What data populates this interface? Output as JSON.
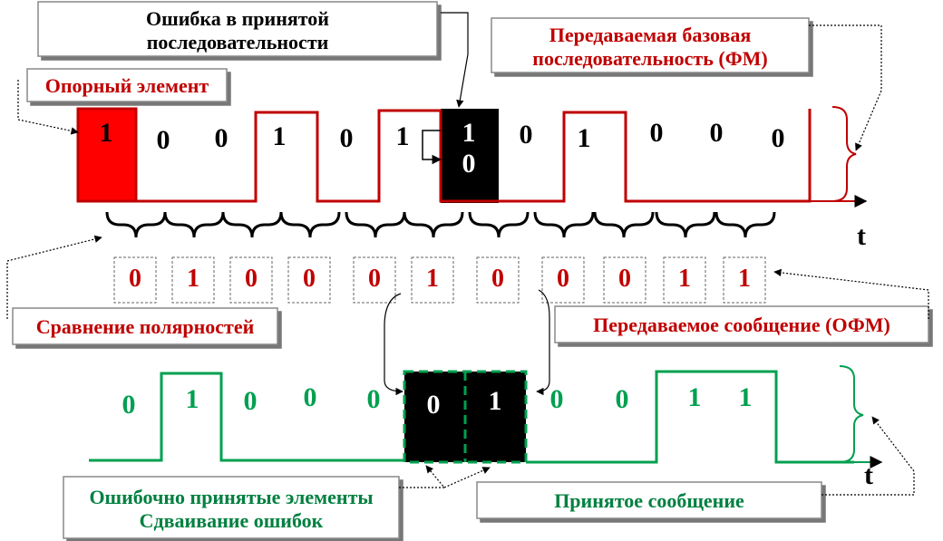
{
  "labels": {
    "error_title_line1": "Ошибка в принятой",
    "error_title_line2": "последовательности",
    "base_seq_line1": "Передаваемая базовая",
    "base_seq_line2": "последовательность (ФМ)",
    "ref_element": "Опорный элемент",
    "polarity_compare": "Сравнение полярностей",
    "transmitted_msg": "Передаваемое сообщение (ОФМ)",
    "errors_line1": "Ошибочно принятые элементы",
    "errors_line2": "Сдваивание ошибок",
    "received_msg": "Принятое сообщение",
    "t_axis": "t"
  },
  "top_bits": [
    "1",
    "0",
    "0",
    "1",
    "0",
    "1",
    "1",
    "0",
    "1",
    "0",
    "0",
    "0"
  ],
  "top_error_alt_bit": "0",
  "message_bits": [
    "0",
    "1",
    "0",
    "0",
    "0",
    "1",
    "0",
    "0",
    "0",
    "1",
    "1"
  ],
  "received_bits": [
    "0",
    "1",
    "0",
    "0",
    "0",
    "0",
    "1",
    "0",
    "0",
    "1",
    "1"
  ],
  "colors": {
    "red": "#c00000",
    "bright_red": "#ff0000",
    "green": "#00a050",
    "dark_green": "#008040",
    "black": "#000000"
  }
}
